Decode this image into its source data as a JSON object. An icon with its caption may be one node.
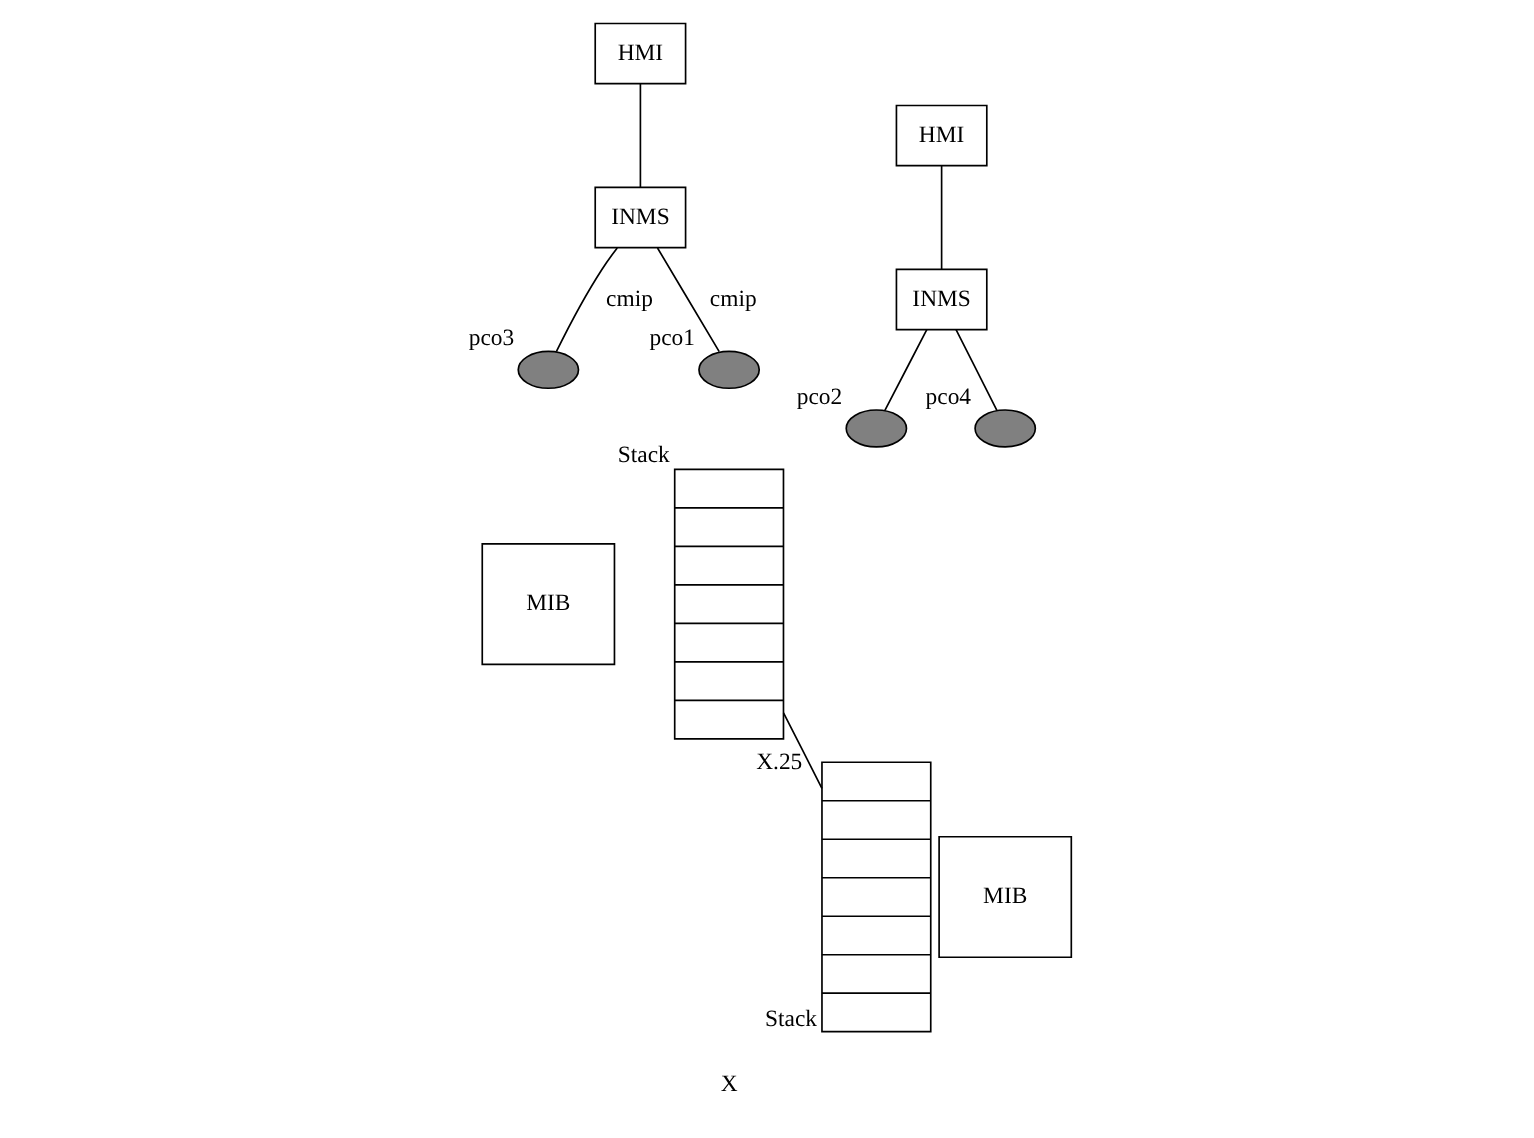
{
  "diagram": {
    "nodes": [
      {
        "text": [
          "HMI"
        ]
      },
      {
        "text": [
          "INMS"
        ]
      },
      {
        "text": [],
        "shape": "ellipse",
        "beside": [
          "pco3"
        ]
      },
      {
        "text": [
          "MIB"
        ]
      },
      {
        "text": [],
        "shape": "ellipse",
        "beside": [
          "pco1"
        ]
      },
      {
        "text": [],
        "shape": "stack",
        "beside": [
          "Stack"
        ]
      },
      {
        "text": [
          "HMI"
        ]
      },
      {
        "text": [
          "INMS"
        ]
      },
      {
        "text": [],
        "shape": "ellipse",
        "beside": [
          "pco2"
        ]
      },
      {
        "text": [],
        "shape": "stack",
        "beside": [
          "Stack"
        ]
      },
      {
        "text": [],
        "shape": "ellipse",
        "beside": [
          "pco4"
        ]
      },
      {
        "text": [
          "MIB"
        ]
      }
    ],
    "edges": [
      {
        "from": 0,
        "to": 1,
        "arrow": "none"
      },
      {
        "from": 1,
        "to": 2,
        "arrow": "none",
        "label": "cmip"
      },
      {
        "from": 1,
        "to": 4,
        "arrow": "none",
        "label": "cmip"
      },
      {
        "from": 5,
        "to": 9,
        "arrow": "none",
        "label": "X.25"
      },
      {
        "from": 6,
        "to": 7,
        "arrow": "none"
      },
      {
        "from": 7,
        "to": 8,
        "arrow": "none"
      },
      {
        "from": 7,
        "to": 10,
        "arrow": "none"
      }
    ],
    "labels": [
      "X"
    ]
  }
}
